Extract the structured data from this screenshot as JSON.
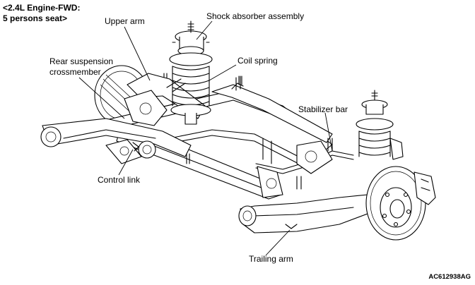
{
  "header": {
    "line1": "<2.4L Engine-FWD:",
    "line2": "5 persons seat>"
  },
  "labels": {
    "upper_arm": "Upper arm",
    "shock_absorber_assembly": "Shock absorber assembly",
    "coil_spring": "Coil spring",
    "rear_suspension_crossmember_line1": "Rear suspension",
    "rear_suspension_crossmember_line2": "crossmember",
    "stabilizer_bar": "Stabilizer bar",
    "control_link": "Control link",
    "trailing_arm": "Trailing arm"
  },
  "figure_code": "AC612938AG"
}
